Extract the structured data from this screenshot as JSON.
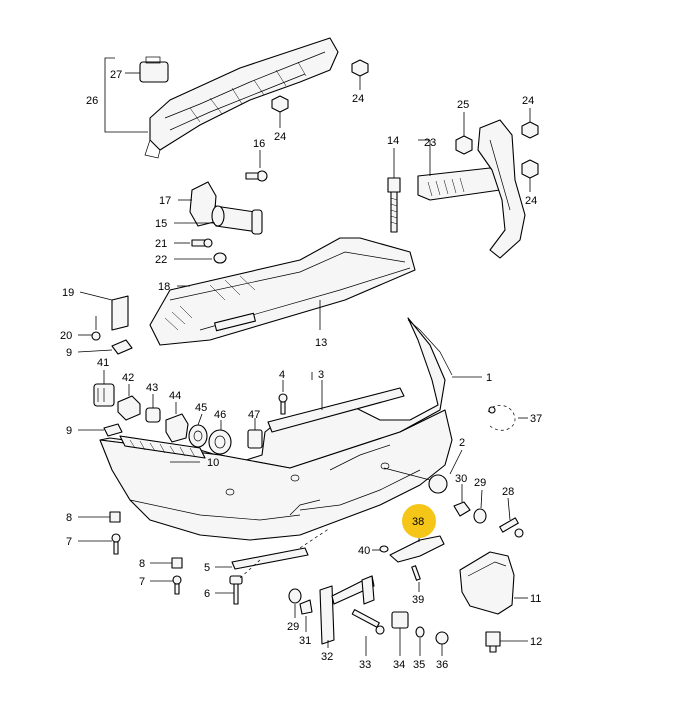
{
  "callouts": {
    "c1": "1",
    "c2": "2",
    "c3": "3",
    "c4": "4",
    "c5": "5",
    "c6": "6",
    "c7a": "7",
    "c7b": "7",
    "c8a": "8",
    "c8b": "8",
    "c9a": "9",
    "c9b": "9",
    "c10": "10",
    "c11": "11",
    "c12": "12",
    "c13": "13",
    "c14": "14",
    "c15": "15",
    "c16": "16",
    "c17": "17",
    "c18": "18",
    "c19": "19",
    "c20": "20",
    "c21": "21",
    "c22": "22",
    "c23": "23",
    "c24a": "24",
    "c24b": "24",
    "c24c": "24",
    "c24d": "24",
    "c25": "25",
    "c26": "26",
    "c27": "27",
    "c28": "28",
    "c29a": "29",
    "c29b": "29",
    "c30": "30",
    "c31": "31",
    "c32": "32",
    "c33": "33",
    "c34": "34",
    "c35": "35",
    "c36": "36",
    "c37": "37",
    "c38": "38",
    "c39": "39",
    "c40": "40",
    "c41": "41",
    "c42": "42",
    "c43": "43",
    "c44": "44",
    "c45": "45",
    "c46": "46",
    "c47": "47"
  },
  "highlight": {
    "color": "#f5c518",
    "label": "38"
  }
}
